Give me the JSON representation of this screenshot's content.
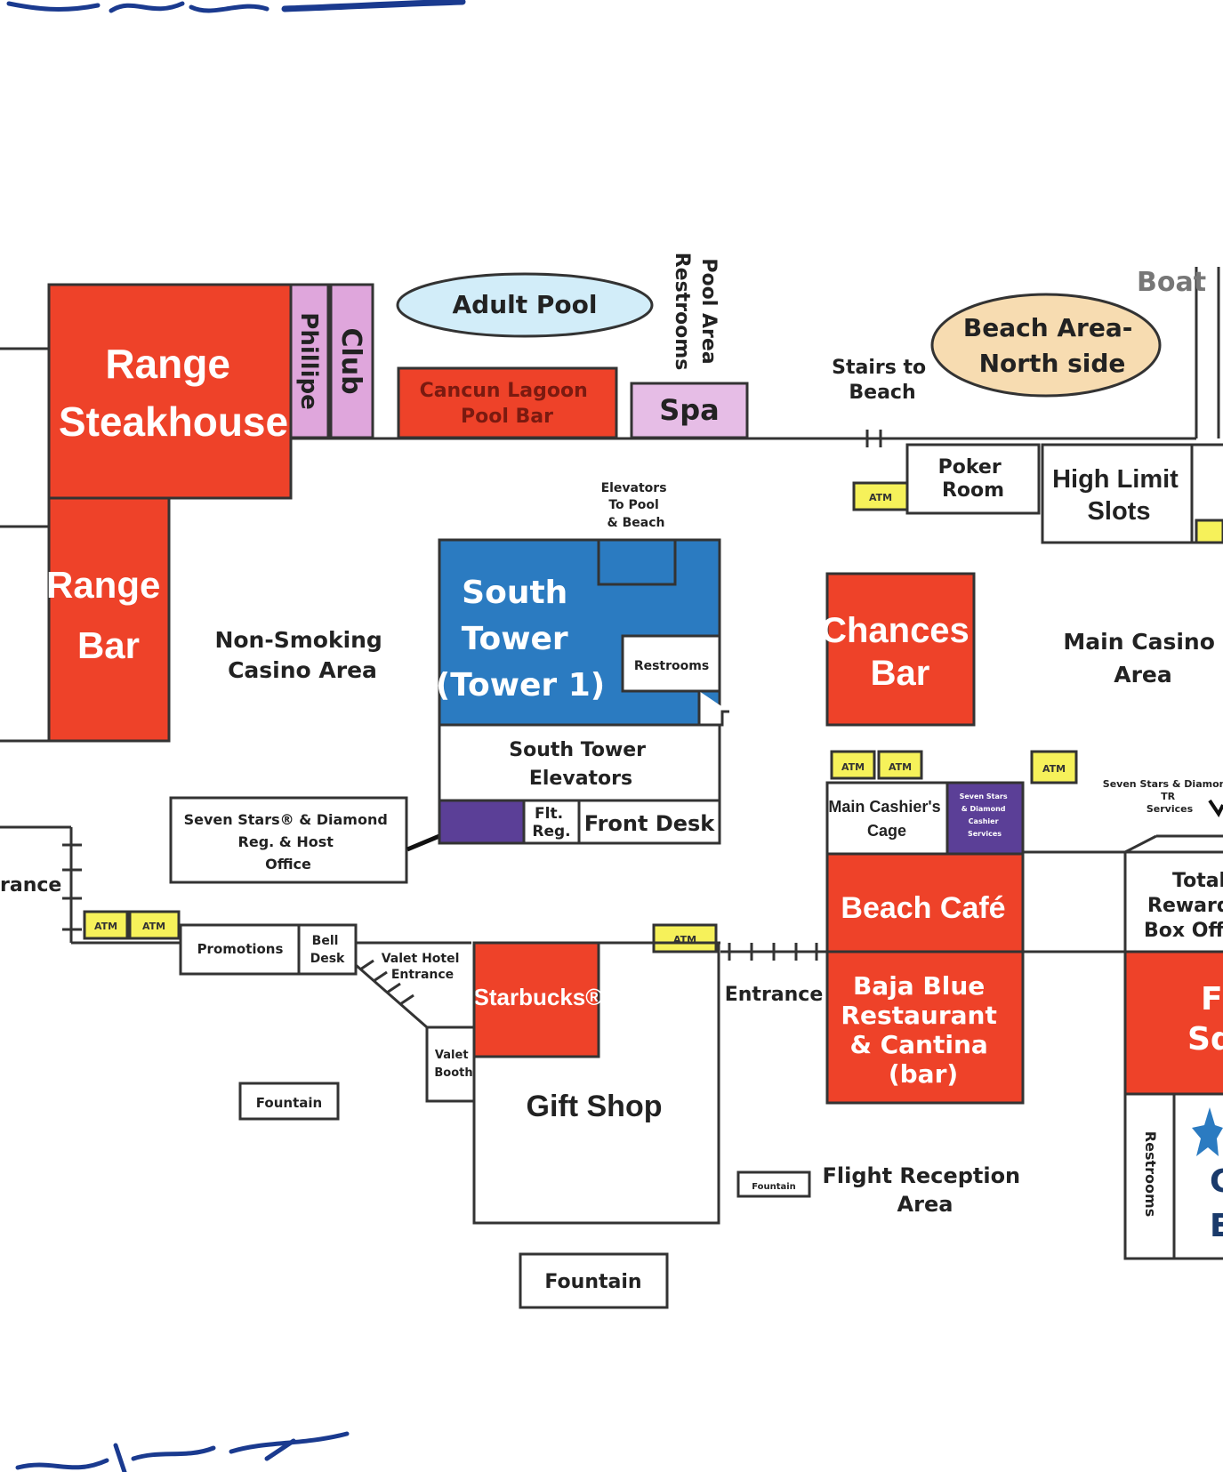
{
  "colors": {
    "red": "#ee4229",
    "blue": "#2b7bc1",
    "purple": "#5b3f97",
    "pink": "#dfa6dc",
    "light_blue": "#d2edf9",
    "peach": "#f7dcb1",
    "yellow": "#f6f15a",
    "lilac": "#e6bde6"
  },
  "handwriting": {
    "top": "",
    "bottom": ""
  },
  "labels": {
    "range_steakhouse": [
      "Range",
      "Steakhouse"
    ],
    "phillipe": "Phillipe",
    "club": "Club",
    "adult_pool": "Adult Pool",
    "cancun_lagoon": [
      "Cancun Lagoon",
      "Pool Bar"
    ],
    "pool_area_restrooms": [
      "Pool Area",
      "Restrooms"
    ],
    "spa": "Spa",
    "boat": "Boat",
    "beach_area": [
      "Beach Area-",
      "North side"
    ],
    "stairs_to_beach": [
      "Stairs to",
      "Beach"
    ],
    "poker_room": [
      "Poker",
      "Room"
    ],
    "high_limit_slots": [
      "High Limit",
      "Slots"
    ],
    "elevators_pool": [
      "Elevators",
      "To Pool",
      "& Beach"
    ],
    "range_bar": [
      "Range",
      "Bar"
    ],
    "non_smoking": [
      "Non-Smoking",
      "Casino Area"
    ],
    "south_tower": [
      "South",
      "Tower",
      "(Tower 1)"
    ],
    "restrooms_tower": "Restrooms",
    "chances_bar": [
      "Chances",
      "Bar"
    ],
    "main_casino": [
      "Main Casino",
      "Area"
    ],
    "south_tower_elevators": [
      "South Tower",
      "Elevators"
    ],
    "seven_stars_office": [
      "Seven Stars® & Diamond",
      "Reg. & Host",
      "Office"
    ],
    "flt_reg": [
      "Flt.",
      "Reg."
    ],
    "front_desk": "Front Desk",
    "main_cashiers_cage": [
      "Main Cashier's",
      "Cage"
    ],
    "seven_stars_cashier": [
      "Seven Stars",
      "& Diamond",
      "Cashier",
      "Services"
    ],
    "seven_stars_services": [
      "Seven Stars & Diamond",
      "TR",
      "Services"
    ],
    "entrance_left": "rance",
    "total_rewards": [
      "Total",
      "Rewards",
      "Box Office"
    ],
    "beach_cafe": "Beach Café",
    "promotions": "Promotions",
    "bell_desk": [
      "Bell",
      "Desk"
    ],
    "valet_entrance": [
      "Valet Hotel",
      "Entrance"
    ],
    "starbucks": "Starbucks®",
    "entrance_mid": "Entrance",
    "baja_blue": [
      "Baja Blue",
      "Restaurant",
      "& Cantina",
      "(bar)"
    ],
    "food_square": [
      "F",
      "Sq"
    ],
    "valet_booth": [
      "Valet",
      "Booth"
    ],
    "gift_shop": "Gift Shop",
    "fountain": "Fountain",
    "flight_reception": [
      "Flight Reception",
      "Area"
    ],
    "restrooms_vertical": "Restrooms",
    "atm": "ATM",
    "partial_c": "C",
    "partial_e": "E"
  }
}
